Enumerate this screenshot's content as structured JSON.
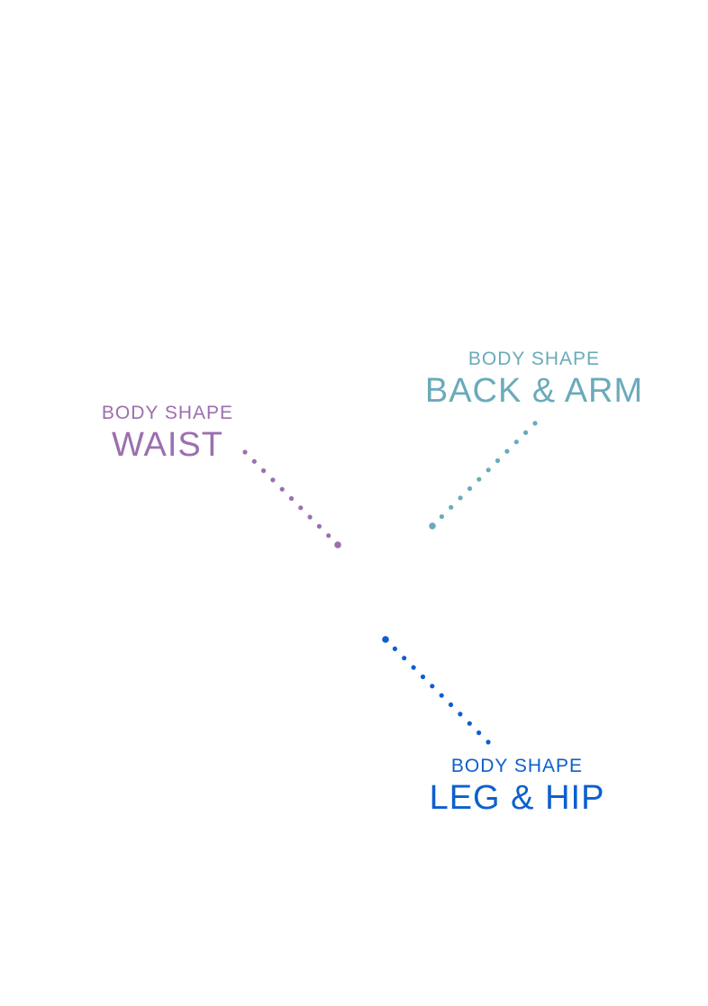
{
  "callouts": [
    {
      "id": "waist",
      "subtitle": "BODY SHAPE",
      "title": "WAIST",
      "color": "#9b6faf"
    },
    {
      "id": "back-arm",
      "subtitle": "BODY SHAPE",
      "title": "BACK & ARM",
      "color": "#6aabba"
    },
    {
      "id": "leg-hip",
      "subtitle": "BODY SHAPE",
      "title": "LEG & HIP",
      "color": "#0d5fcf"
    }
  ]
}
